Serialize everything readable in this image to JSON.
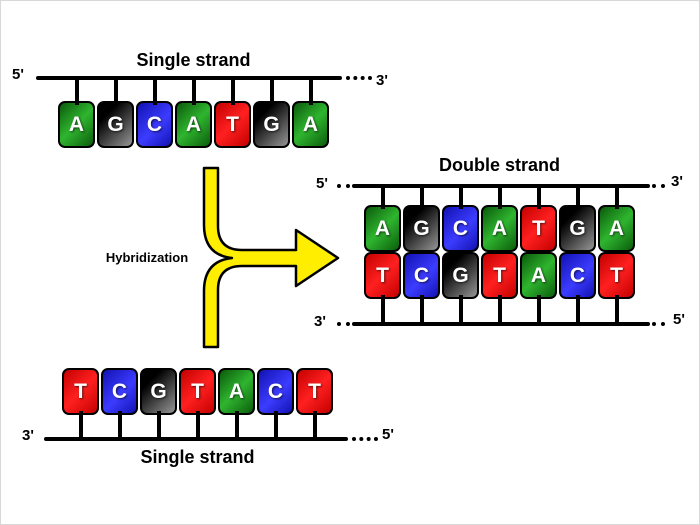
{
  "top_strand": {
    "title": "Single strand",
    "left_prime": "5'",
    "right_prime": "3'",
    "bases": [
      {
        "letter": "A",
        "color": "green"
      },
      {
        "letter": "G",
        "color": "black"
      },
      {
        "letter": "C",
        "color": "blue"
      },
      {
        "letter": "A",
        "color": "green"
      },
      {
        "letter": "T",
        "color": "red"
      },
      {
        "letter": "G",
        "color": "black"
      },
      {
        "letter": "A",
        "color": "green"
      }
    ]
  },
  "bottom_strand": {
    "title": "Single strand",
    "left_prime": "3'",
    "right_prime": "5'",
    "bases": [
      {
        "letter": "T",
        "color": "red"
      },
      {
        "letter": "C",
        "color": "blue"
      },
      {
        "letter": "G",
        "color": "black"
      },
      {
        "letter": "T",
        "color": "red"
      },
      {
        "letter": "A",
        "color": "green"
      },
      {
        "letter": "C",
        "color": "blue"
      },
      {
        "letter": "T",
        "color": "red"
      }
    ]
  },
  "double_strand": {
    "title": "Double strand",
    "top": {
      "left_prime": "5'",
      "right_prime": "3'",
      "bases": [
        {
          "letter": "A",
          "color": "green"
        },
        {
          "letter": "G",
          "color": "black"
        },
        {
          "letter": "C",
          "color": "blue"
        },
        {
          "letter": "A",
          "color": "green"
        },
        {
          "letter": "T",
          "color": "red"
        },
        {
          "letter": "G",
          "color": "black"
        },
        {
          "letter": "A",
          "color": "green"
        }
      ]
    },
    "bottom": {
      "left_prime": "3'",
      "right_prime": "5'",
      "bases": [
        {
          "letter": "T",
          "color": "red"
        },
        {
          "letter": "C",
          "color": "blue"
        },
        {
          "letter": "G",
          "color": "black"
        },
        {
          "letter": "T",
          "color": "red"
        },
        {
          "letter": "A",
          "color": "green"
        },
        {
          "letter": "C",
          "color": "blue"
        },
        {
          "letter": "T",
          "color": "red"
        }
      ]
    }
  },
  "arrow": {
    "label": "Hybridization",
    "fill": "#ffee00"
  },
  "base_colors": {
    "A": "#1e9a1e",
    "G": "#000000",
    "C": "#2b2bf0",
    "T": "#f21b1b"
  }
}
